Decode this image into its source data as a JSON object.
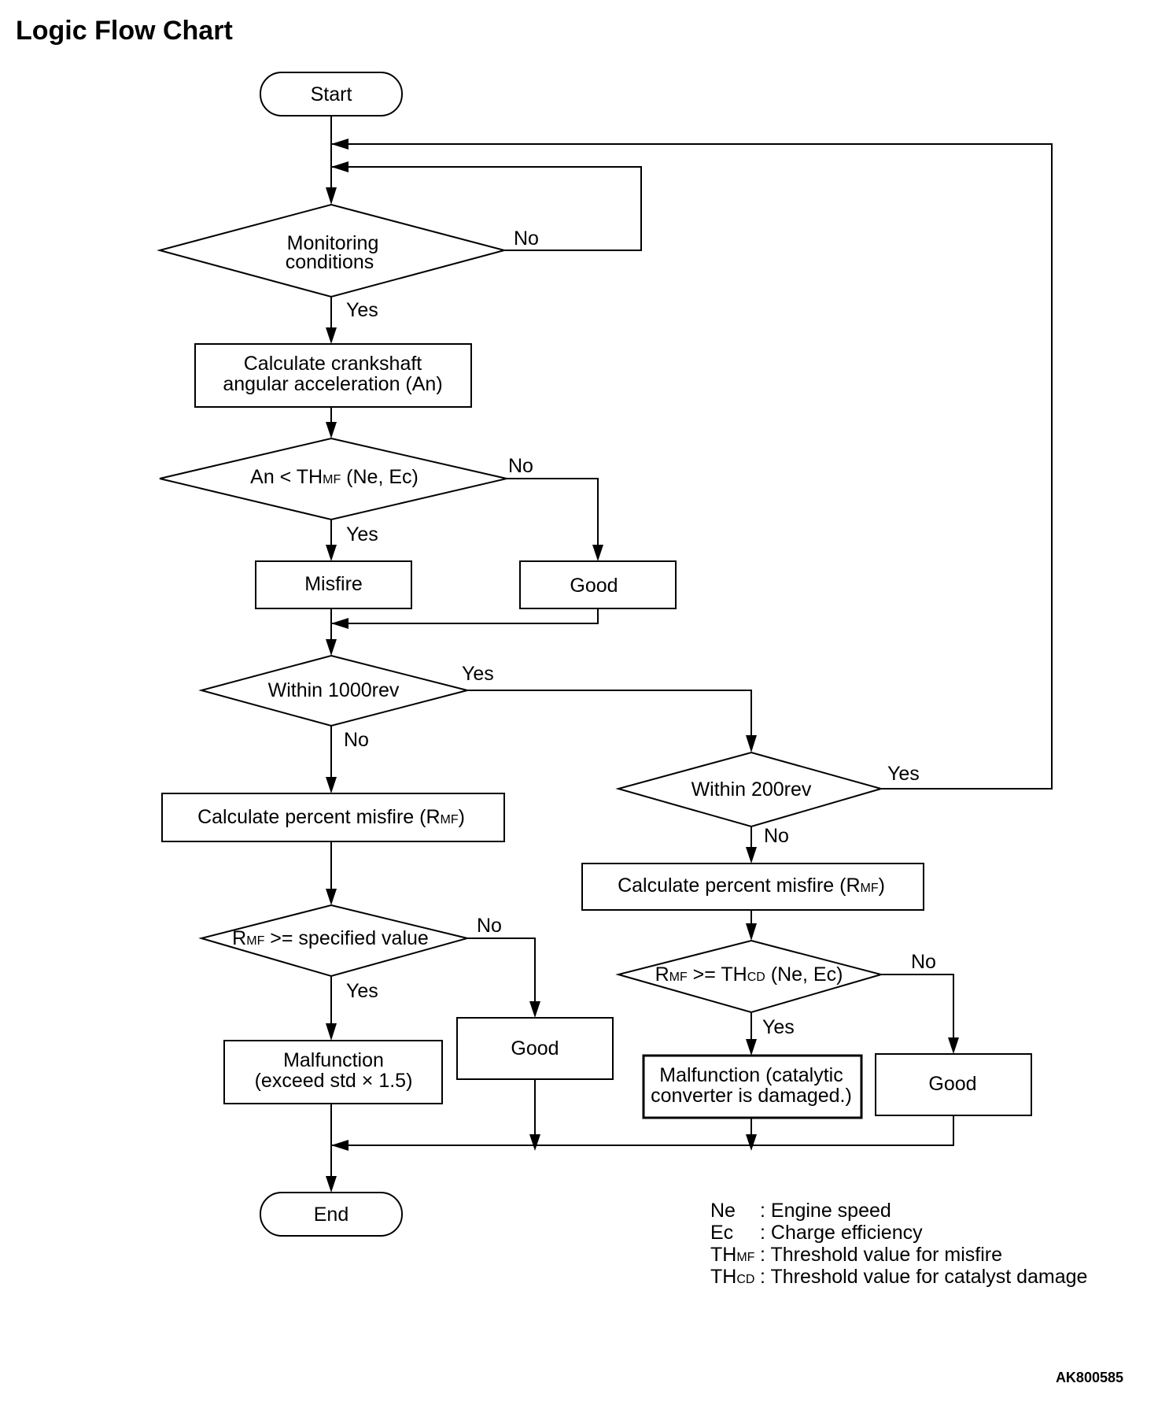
{
  "title": "Logic Flow Chart",
  "figure_code": "AK800585",
  "nodes": {
    "start": "Start",
    "monitoring": [
      "Monitoring",
      "conditions"
    ],
    "calc_accel": [
      "Calculate crankshaft",
      "angular acceleration (An)"
    ],
    "an_decision": {
      "pre": "An < TH",
      "sub": "MF",
      "post": " (Ne, Ec)"
    },
    "misfire": "Misfire",
    "good1": "Good",
    "within1000": "Within 1000rev",
    "calc_rmf_left": {
      "pre": "Calculate percent misfire (R",
      "sub": "MF",
      "post": ")"
    },
    "rmf_spec": {
      "pre": "R",
      "sub": "MF",
      "post": " >= specified value"
    },
    "malfunction_std": [
      "Malfunction",
      "(exceed std × 1.5)"
    ],
    "good2": "Good",
    "end": "End",
    "within200": "Within 200rev",
    "calc_rmf_right": {
      "pre": "Calculate percent misfire (R",
      "sub": "MF",
      "post": ")"
    },
    "rmf_thcd": {
      "pre": "R",
      "sub": "MF",
      "mid": " >= TH",
      "sub2": "CD",
      "post": " (Ne, Ec)"
    },
    "malfunction_cat": [
      "Malfunction (catalytic",
      "converter is damaged.)"
    ],
    "good3": "Good"
  },
  "edge_labels": {
    "monitoring_no": "No",
    "monitoring_yes": "Yes",
    "an_no": "No",
    "an_yes": "Yes",
    "within1000_yes": "Yes",
    "within1000_no": "No",
    "within200_yes": "Yes",
    "within200_no": "No",
    "rmf_spec_no": "No",
    "rmf_spec_yes": "Yes",
    "rmf_thcd_no": "No",
    "rmf_thcd_yes": "Yes"
  },
  "legend": [
    {
      "abbr": "Ne",
      "sub": "",
      "desc": ": Engine speed"
    },
    {
      "abbr": "Ec",
      "sub": "",
      "desc": ": Charge efficiency"
    },
    {
      "abbr": "TH",
      "sub": "MF",
      "desc": ": Threshold value for misfire"
    },
    {
      "abbr": "TH",
      "sub": "CD",
      "desc": ": Threshold value for catalyst damage"
    }
  ]
}
